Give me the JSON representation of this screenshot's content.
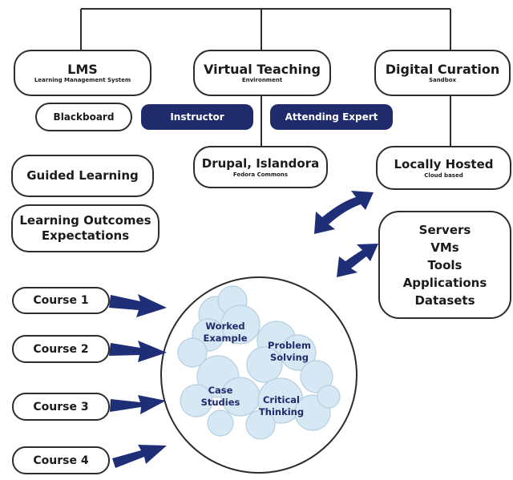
{
  "top_boxes": {
    "lms": {
      "title": "LMS",
      "subtitle": "Learning Management System"
    },
    "virtual_teaching": {
      "title": "Virtual Teaching",
      "subtitle": "Environment"
    },
    "digital_curation": {
      "title": "Digital Curation",
      "subtitle": "Sandbox"
    }
  },
  "blackboard": "Blackboard",
  "pills": {
    "instructor": "Instructor",
    "attending_expert": "Attending Expert"
  },
  "drupal": {
    "title": "Drupal, Islandora",
    "subtitle": "Fedora Commons"
  },
  "locally_hosted": {
    "title": "Locally Hosted",
    "subtitle": "Cloud based"
  },
  "guided_learning": "Guided Learning",
  "learning_outcomes": {
    "line1": "Learning Outcomes",
    "line2": "Expectations"
  },
  "resources": [
    "Servers",
    "VMs",
    "Tools",
    "Applications",
    "Datasets"
  ],
  "courses": [
    "Course 1",
    "Course 2",
    "Course 3",
    "Course 4"
  ],
  "cloud_labels": {
    "worked_example": {
      "line1": "Worked",
      "line2": "Example"
    },
    "problem_solving": {
      "line1": "Problem",
      "line2": "Solving"
    },
    "case_studies": {
      "line1": "Case",
      "line2": "Studies"
    },
    "critical_thinking": {
      "line1": "Critical",
      "line2": "Thinking"
    }
  },
  "colors": {
    "navy": "#1f2b6b",
    "arrow": "#1e2f78",
    "cloud": "#d6e8f3",
    "line": "#2c2c2c"
  }
}
